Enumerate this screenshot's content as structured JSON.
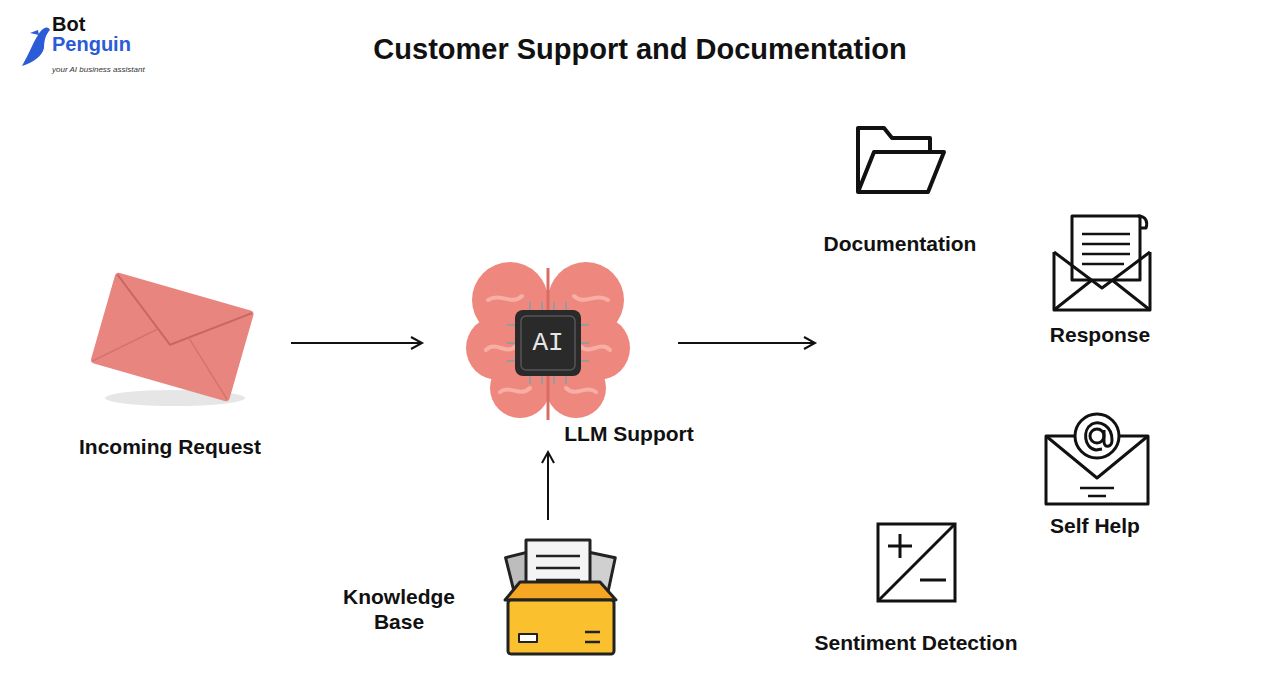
{
  "diagram": {
    "title": "Customer Support and Documentation",
    "nodes": [
      {
        "text": [
          "Incoming Request"
        ]
      },
      {
        "text": [
          "LLM Support"
        ]
      },
      {
        "text": [
          "Knowledge Base"
        ]
      },
      {
        "text": [
          "Documentation"
        ]
      },
      {
        "text": [
          "Response"
        ]
      },
      {
        "text": [
          "Self Help"
        ]
      },
      {
        "text": [
          "Sentiment Detection"
        ]
      }
    ],
    "edges": [
      {
        "from": 0,
        "to": 1,
        "arrow": "to"
      },
      {
        "from": 2,
        "to": 1,
        "arrow": "to"
      }
    ],
    "labels": [
      "Bot",
      "Penguin",
      "your AI business assistant",
      "AI"
    ]
  }
}
